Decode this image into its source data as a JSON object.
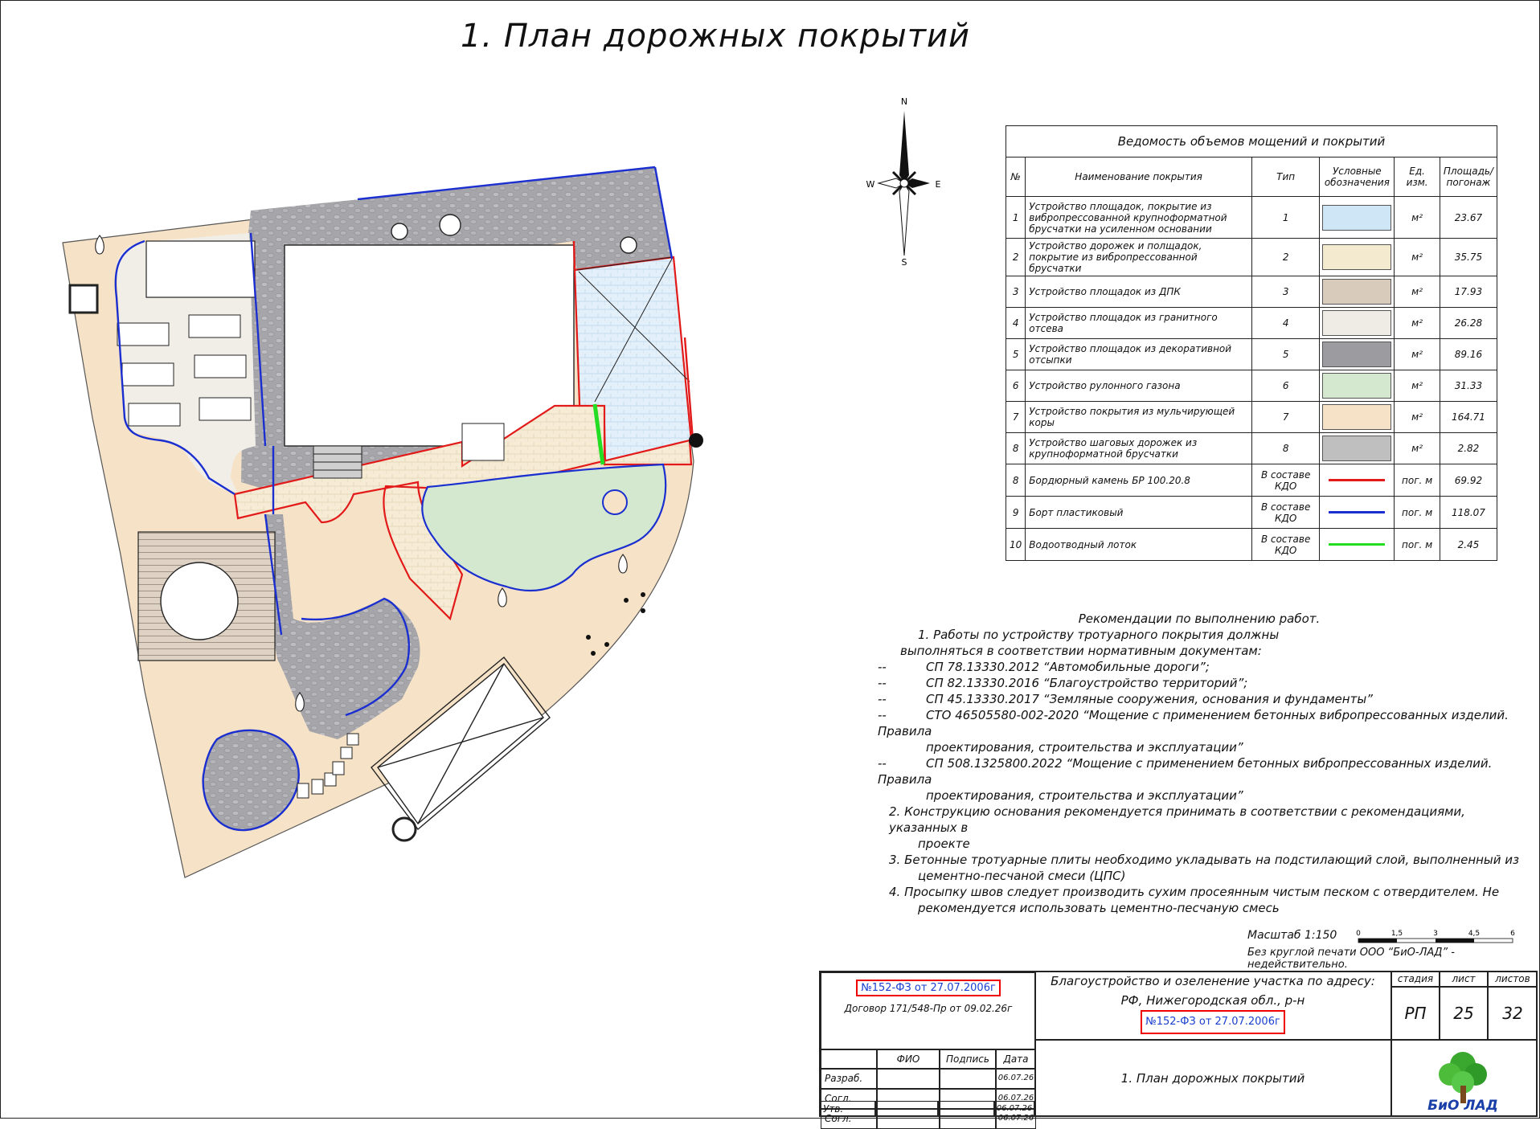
{
  "title": "1. План дорожных покрытий",
  "compass": {
    "n": "N",
    "s": "S",
    "e": "E",
    "w": "W"
  },
  "legend": {
    "caption": "Ведомость объемов мощений и покрытий",
    "headers": [
      "№",
      "Наименование покрытия",
      "Тип",
      "Условные обозначения",
      "Ед. изм.",
      "Площадь/ погонаж"
    ],
    "rows": [
      {
        "num": "1",
        "name": "Устройство площадок, покрытие из вибропрессованной крупноформатной брусчатки на усиленном основании",
        "type": "1",
        "unit": "м²",
        "area": "23.67",
        "color": "#cfe6f7"
      },
      {
        "num": "2",
        "name": "Устройство дорожек и полщадок, покрытие из вибропрессованной брусчатки",
        "type": "2",
        "unit": "м²",
        "area": "35.75",
        "color": "#f4ead0"
      },
      {
        "num": "3",
        "name": "Устройство площадок из ДПК",
        "type": "3",
        "unit": "м²",
        "area": "17.93",
        "color": "#d9cbbb"
      },
      {
        "num": "4",
        "name": "Устройство площадок из гранитного отсева",
        "type": "4",
        "unit": "м²",
        "area": "26.28",
        "color": "#efece6"
      },
      {
        "num": "5",
        "name": "Устройство площадок из декоративной отсыпки",
        "type": "5",
        "unit": "м²",
        "area": "89.16",
        "color": "#9b9ba0"
      },
      {
        "num": "6",
        "name": "Устройство рулонного газона",
        "type": "6",
        "unit": "м²",
        "area": "31.33",
        "color": "#d3e8cf"
      },
      {
        "num": "7",
        "name": "Устройство покрытия из мульчирующей коры",
        "type": "7",
        "unit": "м²",
        "area": "164.71",
        "color": "#f6e2c6"
      },
      {
        "num": "8",
        "name": "Устройство шаговых дорожек из крупноформатной брусчатки",
        "type": "8",
        "unit": "м²",
        "area": "2.82",
        "color": "#bfbfbf"
      },
      {
        "num": "8",
        "name": "Бордюрный камень БР 100.20.8",
        "type": "В составе КДО",
        "unit": "пог. м",
        "area": "69.92",
        "color": "#e21a1a"
      },
      {
        "num": "9",
        "name": "Борт пластиковый",
        "type": "В составе КДО",
        "unit": "пог. м",
        "area": "118.07",
        "color": "#1b2fd0"
      },
      {
        "num": "10",
        "name": "Водоотводный лоток",
        "type": "В составе КДО",
        "unit": "пог. м",
        "area": "2.45",
        "color": "#22dd22"
      }
    ]
  },
  "recs": {
    "title": "Рекомендации по выполнению работ.",
    "p1a": "1.      Работы по устройству тротуарного покрытия должны",
    "p1b": "выполняться в соответствии нормативным документам:",
    "dash": "--",
    "d1": "СП 78.13330.2012  “Автомобильные дороги”;",
    "d2": "СП 82.13330.2016  “Благоустройство территорий”;",
    "d3": "СП 45.13330.2017  “Земляные сооружения, основания и фундаменты”",
    "d4a": "СТО 46505580-002-2020 “Мощение с применением бетонных вибропрессованных изделий. Правила",
    "d4b": "проектирования, строительства и эксплуатации”",
    "d5a": "СП 508.1325800.2022 “Мощение с применением бетонных вибропрессованных изделий. Правила",
    "d5b": "проектирования, строительства и эксплуатации”",
    "p2a": "2. Конструкцию основания рекомендуется принимать в соответствии с рекомендациями, указанных в",
    "p2b": "проекте",
    "p3a": "3. Бетонные тротуарные плиты необходимо укладывать на подстилающий слой, выполненный из",
    "p3b": "цементно-песчаной смеси (ЦПС)",
    "p4a": "4. Просыпку швов следует производить сухим просеянным чистым песком с отвердителем. Не",
    "p4b": "рекомендуется использовать цементно-песчаную смесь"
  },
  "scale": {
    "label": "Масштаб 1:150",
    "ticks": [
      "0",
      "1,5",
      "3",
      "4,5",
      "6"
    ],
    "note": "Без круглой печати ООО “БиО-ЛАД” - недействительно."
  },
  "titleblock": {
    "law": "№152-ФЗ от 27.07.2006г",
    "contract": "Договор 171/548-Пр от 09.02.26г",
    "cols": [
      "ФИО",
      "Подпись",
      "Дата"
    ],
    "roles": [
      "Разраб.",
      "Согл.",
      "Согл.",
      "Утв."
    ],
    "dates": [
      "06.07.26",
      "06.07.26",
      "06.07.26",
      "06.07.26"
    ],
    "addr1": "Благоустройство и озеленение участка по адресу:",
    "addr2": "РФ, Нижегородская обл., р-н",
    "sheet_title": "1. План дорожных покрытий",
    "stage_label": "стадия",
    "sheet_label": "лист",
    "sheets_label": "листов",
    "stage": "РП",
    "sheet": "25",
    "sheets": "32",
    "logo": "БиО ЛАД"
  }
}
